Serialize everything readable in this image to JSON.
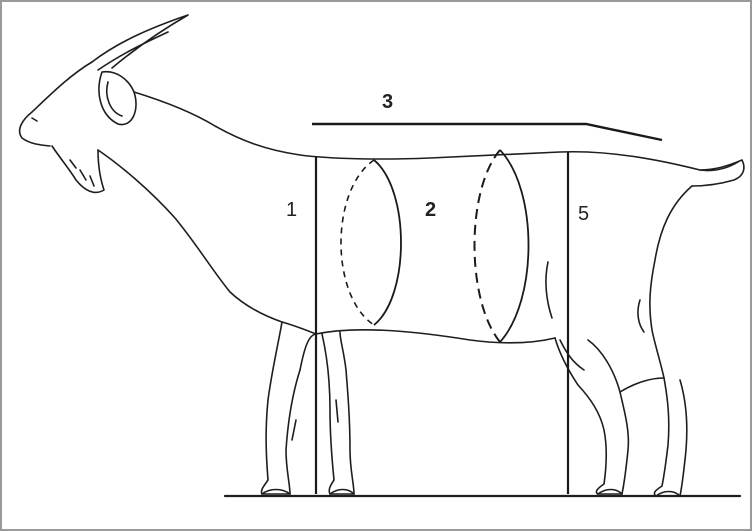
{
  "diagram": {
    "measurement_labels": {
      "withers_height": "1",
      "heart_girth": "2",
      "body_length": "3",
      "rump_height": "5"
    },
    "colors": {
      "outline": "#1e1e1e",
      "measure_line": "#1a1a1a",
      "frame_border": "#9a9a9a"
    }
  }
}
